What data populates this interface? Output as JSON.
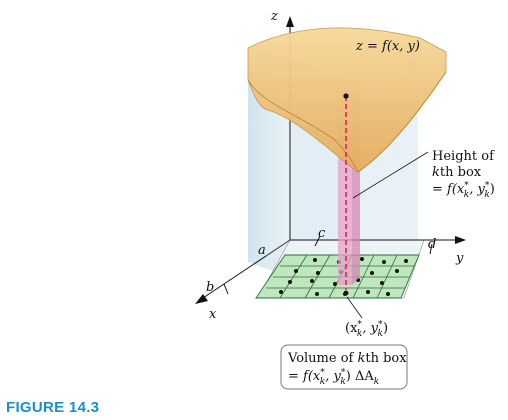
{
  "labels": {
    "z_axis": "z",
    "y_axis": "y",
    "x_axis": "x",
    "a": "a",
    "b": "b",
    "c": "c",
    "d": "d",
    "surface_eq": "z = f(x, y)",
    "height_line1": "Height of",
    "height_line2_k": "k",
    "height_line2_rest": "th box",
    "height_line3": "= f(x",
    "point_label": "(x",
    "volume_line1_pre": "Volume of ",
    "volume_line1_k": "k",
    "volume_line1_post": "th box",
    "volume_line2": "= f(x",
    "star": "*",
    "sub_k": "k",
    "comma_y": ", y",
    "close_paren": ")",
    "delta_a": ") ΔA"
  },
  "caption": "FIGURE 14.3",
  "colors": {
    "surface": "#f2c27f",
    "surface_edge": "#d9a24e",
    "box": "#e8a6c8",
    "grid_fill": "#bfe6bf",
    "grid_line": "#2c6e3a",
    "wall": "#d6e8f2",
    "dash": "#d4145a",
    "caption": "#1a8fd0"
  }
}
